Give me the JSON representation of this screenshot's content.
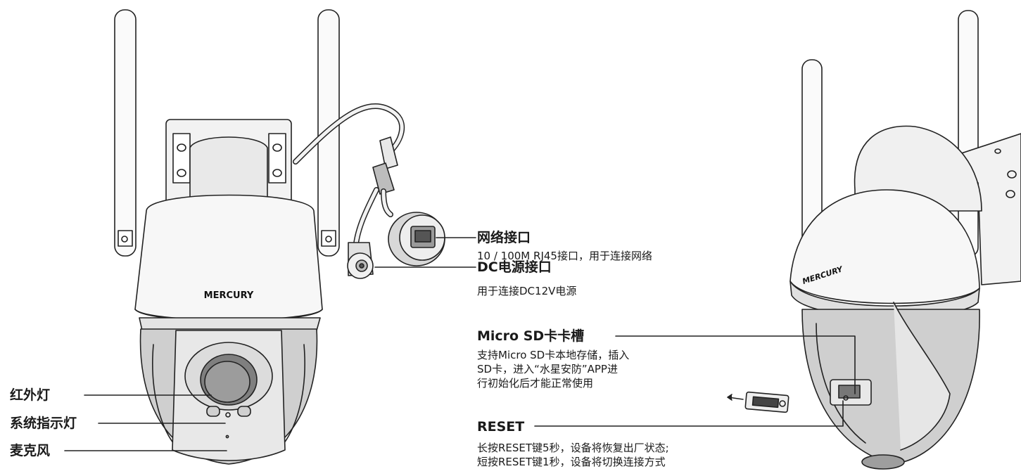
{
  "brand_front": "MERCURY",
  "brand_side": "MERCURY",
  "callouts": {
    "network": {
      "title": "网络接口",
      "desc": "10 / 100M RJ45接口，用于连接网络"
    },
    "dc": {
      "title": "DC电源接口",
      "desc": "用于连接DC12V电源"
    },
    "sd": {
      "title": "Micro SD卡卡槽",
      "desc": "支持Micro  SD卡本地存储，插入\nSD卡，进入“水星安防”APP进\n行初始化后才能正常使用"
    },
    "reset": {
      "title": "RESET",
      "desc": "长按RESET键5秒，设备将恢复出厂状态;\n短按RESET键1秒，设备将切换连接方式"
    },
    "ir": {
      "title": "红外灯"
    },
    "status_led": {
      "title": "系统指示灯"
    },
    "mic": {
      "title": "麦克风"
    }
  },
  "colors": {
    "line": "#222222",
    "body": "#f4f4f4",
    "dark": "#9a9a9a",
    "mid": "#c8c8c8"
  }
}
